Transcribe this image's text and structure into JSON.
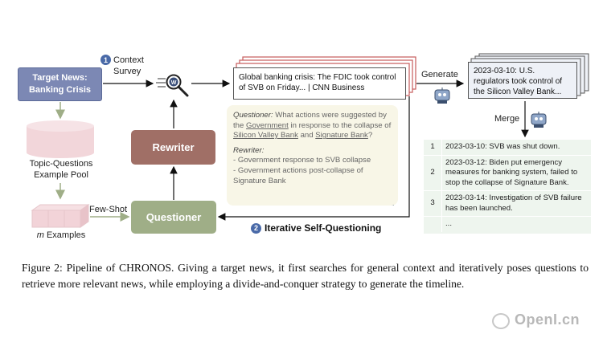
{
  "target_news": {
    "label": "Target News: Banking Crisis"
  },
  "step1": {
    "num": "1",
    "label": "Context Survey"
  },
  "pool": {
    "label": "Topic-Questions Example Pool"
  },
  "examples": {
    "label": "m Examples"
  },
  "few_shot": {
    "label": "Few-Shot"
  },
  "rewriter": {
    "label": "Rewriter"
  },
  "questioner": {
    "label": "Questioner"
  },
  "news_card": {
    "text": "Global banking crisis: The FDIC took control of SVB on Friday... | CNN Business"
  },
  "generate": {
    "label": "Generate"
  },
  "merge": {
    "label": "Merge"
  },
  "timeline_card": {
    "text": "2023-03-10: U.S. regulators took control of the Silicon Valley Bank..."
  },
  "q_panel": {
    "questioner_label": "Questioner:",
    "q_text_1": "What actions were suggested by the",
    "q_government": "Government",
    "q_text_2": "in response to the collapse of",
    "q_svb": "Silicon Valley Bank",
    "q_and": "and",
    "q_signature": "Signature Bank",
    "q_end": "?",
    "rewriter_label": "Rewriter:",
    "rewrite_1": "- Government response to SVB collapse",
    "rewrite_2": "- Government actions post-collapse of Signature Bank"
  },
  "step2": {
    "num": "2",
    "label": "Iterative Self-Questioning"
  },
  "timeline": [
    {
      "num": "1",
      "text": "2023-03-10: SVB was shut down."
    },
    {
      "num": "2",
      "text": "2023-03-12: Biden put emergency measures for banking system, failed to stop the collapse of Signature Bank."
    },
    {
      "num": "3",
      "text": "2023-03-14: Investigation of SVB failure has been launched."
    },
    {
      "num": "",
      "text": "..."
    }
  ],
  "caption": "Figure 2: Pipeline of CHRONOS. Giving a target news, it first searches for general context and iteratively poses questions to retrieve more relevant news, while employing a divide-and-conquer strategy to generate the timeline.",
  "watermark": "OpenI.cn",
  "colors": {
    "target": "#7c88b4",
    "rewriter": "#a06f66",
    "questioner": "#9fae87",
    "panel": "#f8f6e7",
    "table": "#eef5ee",
    "badge": "#4a6aa8"
  }
}
